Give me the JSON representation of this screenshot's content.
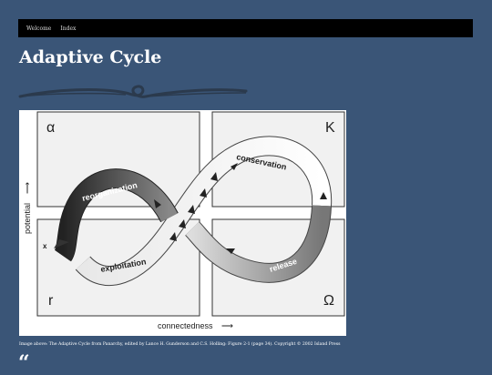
{
  "nav": {
    "items": [
      {
        "label": "Welcome"
      },
      {
        "label": "Index"
      }
    ]
  },
  "page": {
    "title": "Adaptive Cycle"
  },
  "figure": {
    "corner_labels": {
      "top_left": "α",
      "top_right": "K",
      "bottom_left": "r",
      "bottom_right": "Ω"
    },
    "loop_labels": {
      "conservation": "conservation",
      "reorganization": "reorganization",
      "exploitation": "exploitation",
      "release": "release",
      "x": "x"
    },
    "axes": {
      "y": "potential",
      "x": "connectedness"
    },
    "arrow_glyph": "⟶"
  },
  "caption": "Image above: The Adaptive Cycle from Panarchy, edited by Lance H. Gunderson and C.S. Holling: Figure 2-1 (page 34). Copyright © 2002 Island Press",
  "quote_glyph": "“",
  "colors": {
    "background": "#3a5577",
    "topbar": "#000000",
    "flourish": "#2b3a4d"
  }
}
